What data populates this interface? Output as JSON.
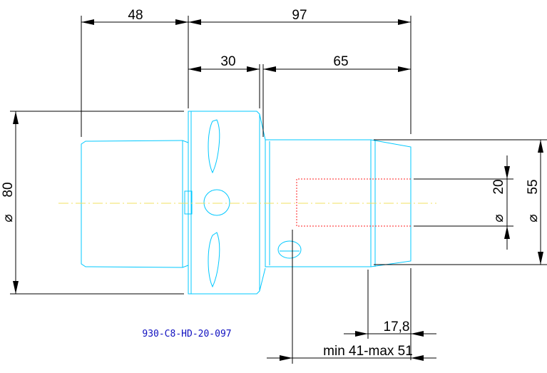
{
  "part_number": "930-C8-HD-20-097",
  "dimensions": {
    "flange_length": "48",
    "overall_length": "97",
    "body_length": "30",
    "nose_length": "65",
    "flange_dia": "80",
    "body_dia": "55",
    "bore_dia": "20",
    "nose_taper": "17,8",
    "clamping_range": "min 41-max 51",
    "dia_symbol": "⌀"
  },
  "colors": {
    "part_outline": "#00c8ff",
    "hidden_line": "#ff2020",
    "center_line": "#f0e060",
    "dimension": "#000000",
    "part_label": "#1010c0"
  }
}
